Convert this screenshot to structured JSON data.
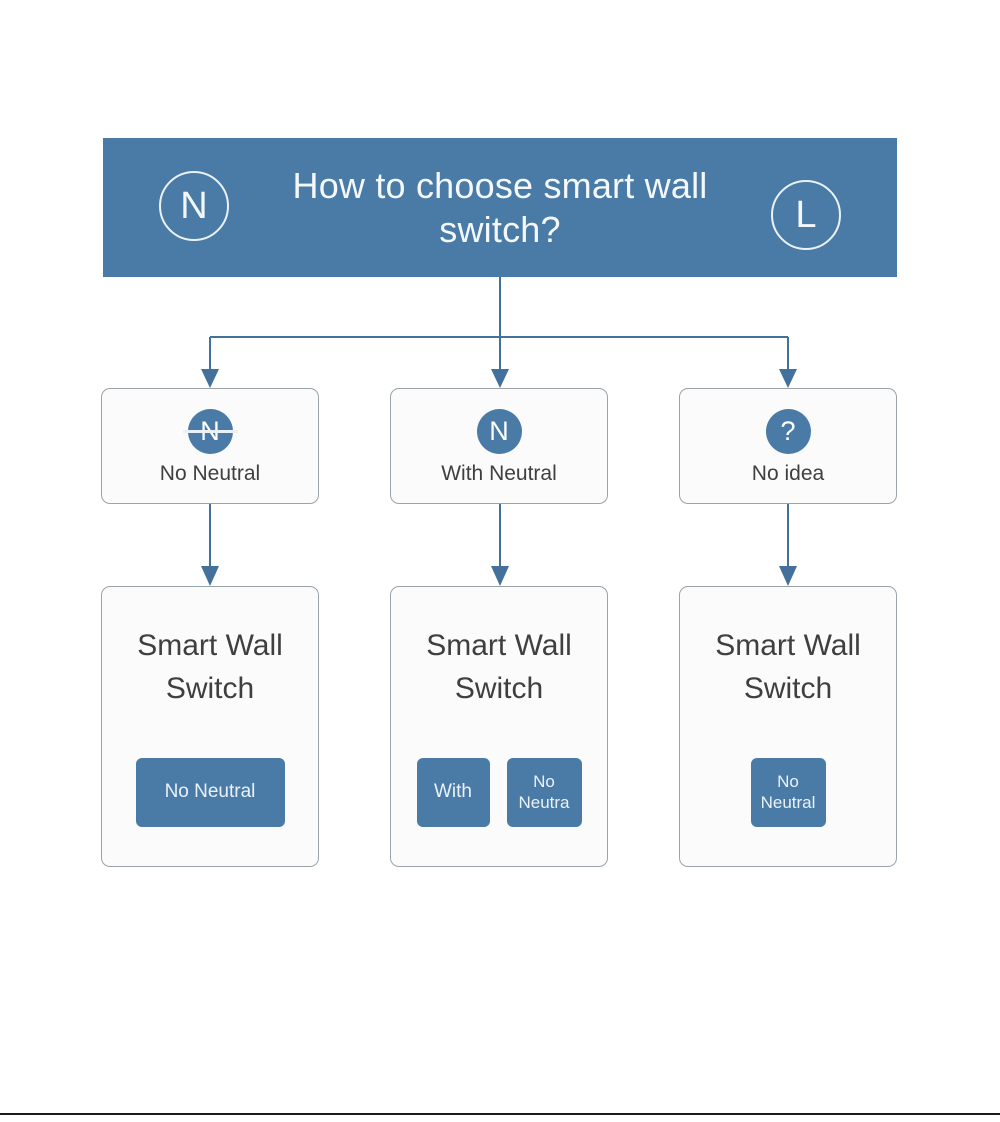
{
  "header": {
    "title": "How to choose smart wall switch?",
    "left_badge": "N",
    "right_badge": "L",
    "background_color": "#4a7ba7",
    "text_color": "#f4f8fb"
  },
  "options": [
    {
      "icon_name": "no-neutral-badge-icon",
      "icon_glyph": "N",
      "struck_through": true,
      "label": "No Neutral"
    },
    {
      "icon_name": "with-neutral-badge-icon",
      "icon_glyph": "N",
      "struck_through": false,
      "label": "With Neutral"
    },
    {
      "icon_name": "question-mark-badge-icon",
      "icon_glyph": "?",
      "struck_through": false,
      "label": "No idea"
    }
  ],
  "products": [
    {
      "title": "Smart Wall Switch",
      "chips": [
        {
          "label": "No Neutral",
          "shape": "wide"
        }
      ]
    },
    {
      "title": "Smart Wall Switch",
      "chips": [
        {
          "label": "With",
          "shape": "square"
        },
        {
          "label": "No Neutra",
          "shape": "small-square"
        }
      ]
    },
    {
      "title": "Smart Wall Switch",
      "chips": [
        {
          "label": "No Neutral",
          "shape": "small-square"
        }
      ]
    }
  ],
  "theme": {
    "accent_blue": "#4a7ba7",
    "connector_blue": "#44709c",
    "box_border": "#9aa3a8",
    "box_background": "#fbfbfb",
    "body_text": "#3f3f3f",
    "page_background": "#ffffff",
    "bottom_rule_color": "#1b1b1b"
  }
}
